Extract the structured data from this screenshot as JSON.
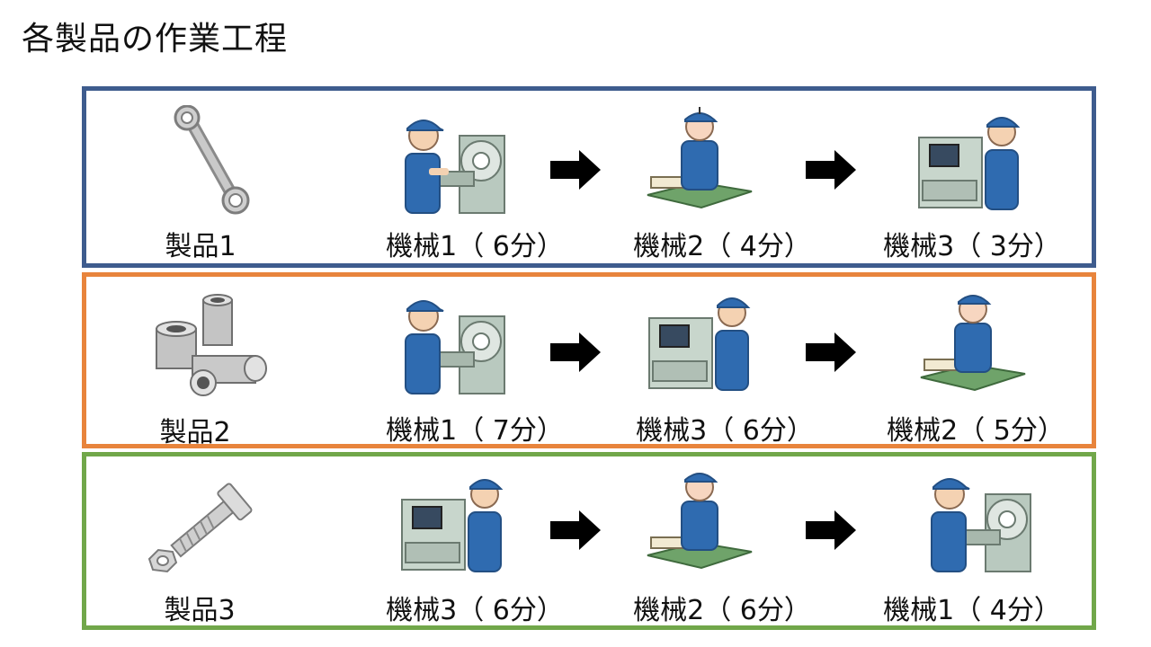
{
  "title": "各製品の作業工程",
  "products": [
    {
      "label": "製品1",
      "steps": [
        {
          "label": "機械1（ 6分）"
        },
        {
          "label": "機械2（ 4分）"
        },
        {
          "label": "機械3（ 3分）"
        }
      ]
    },
    {
      "label": "製品2",
      "steps": [
        {
          "label": "機械1（ 7分）"
        },
        {
          "label": "機械3（ 6分）"
        },
        {
          "label": "機械2（ 5分）"
        }
      ]
    },
    {
      "label": "製品3",
      "steps": [
        {
          "label": "機械3（ 6分）"
        },
        {
          "label": "機械2（ 6分）"
        },
        {
          "label": "機械1（ 4分）"
        }
      ]
    }
  ],
  "colors": {
    "product1_border": "#3e5c8e",
    "product2_border": "#e8843c",
    "product3_border": "#71a74a"
  },
  "icons": {
    "product1": "wrench-icon",
    "product2": "pipe-fittings-icon",
    "product3": "bolt-and-nut-icon",
    "machine1": "lathe-worker-icon",
    "machine2": "workbench-worker-icon",
    "machine3": "cnc-machine-worker-icon",
    "arrow": "arrow-right-icon"
  }
}
